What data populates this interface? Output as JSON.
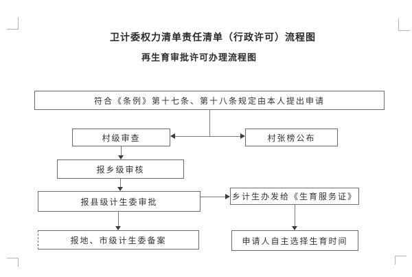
{
  "page": {
    "title": "卫计委权力清单责任清单（行政许可）流程图",
    "subtitle": "再生育审批许可办理流程图"
  },
  "flowchart": {
    "nodes": [
      {
        "id": "apply",
        "label": "符合《条例》第十七条、第十八条规定由本人提出申请"
      },
      {
        "id": "village-review",
        "label": "村级审查"
      },
      {
        "id": "village-publish",
        "label": "村张榜公布"
      },
      {
        "id": "township-review",
        "label": "报乡级审核"
      },
      {
        "id": "county-approve",
        "label": "报县级计生委审批"
      },
      {
        "id": "township-issue",
        "label": "乡计生办发给《生育服务证》"
      },
      {
        "id": "record-filing",
        "label": "报地、市级计生委备案"
      },
      {
        "id": "choose-time",
        "label": "申请人自主选择生育时间"
      }
    ],
    "edges": [
      {
        "from": "apply",
        "to": "village-review",
        "type": "arrow"
      },
      {
        "from": "apply",
        "to": "village-publish",
        "type": "arrow"
      },
      {
        "from": "village-review",
        "to": "township-review",
        "type": "arrow"
      },
      {
        "from": "township-review",
        "to": "county-approve",
        "type": "arrow"
      },
      {
        "from": "county-approve",
        "to": "township-issue",
        "type": "arrow"
      },
      {
        "from": "county-approve",
        "to": "record-filing",
        "type": "arrow"
      },
      {
        "from": "township-issue",
        "to": "choose-time",
        "type": "arrow"
      }
    ]
  },
  "colors": {
    "background": "#ffffff",
    "box_border": "#6a6a6a",
    "line": "#787878",
    "arrowhead": "#3c3c3c",
    "text": "#333333",
    "crop_mark": "#b4b4b4"
  }
}
